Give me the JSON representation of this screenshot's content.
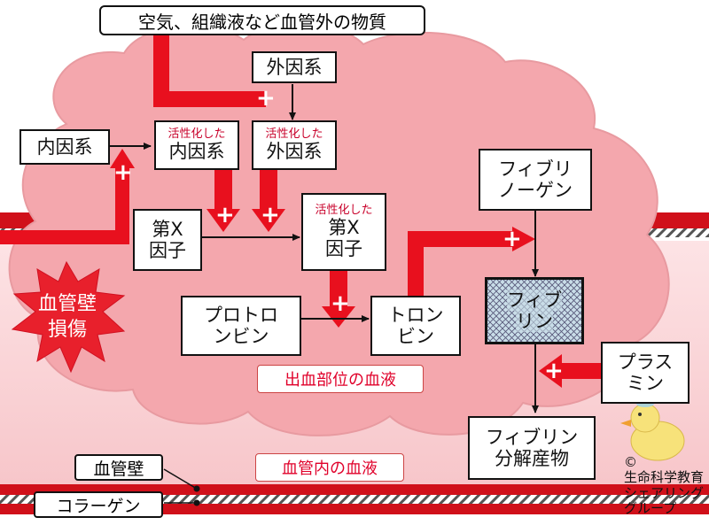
{
  "top_label": "空気、組織液など血管外の物質",
  "boxes": {
    "external": "外因系",
    "internal": "内因系",
    "activated_small": "活性化した",
    "activated_internal": "内因系",
    "activated_external": "外因系",
    "factor_x_line1": "第X",
    "factor_x_line2": "因子",
    "act_factor_x_line1": "第X",
    "act_factor_x_line2": "因子",
    "prothrombin_line1": "プロトロ",
    "prothrombin_line2": "ンビン",
    "thrombin_line1": "トロン",
    "thrombin_line2": "ビン",
    "fibrinogen_line1": "フィブリ",
    "fibrinogen_line2": "ノーゲン",
    "fibrin_line1": "フィブ",
    "fibrin_line2": "リン",
    "plasmin_line1": "プラス",
    "plasmin_line2": "ミン",
    "fdp_line1": "フィブリン",
    "fdp_line2": "分解産物"
  },
  "labels": {
    "bleeding_site": "出血部位の血液",
    "vessel_blood": "血管内の血液",
    "vessel_wall": "血管壁",
    "collagen": "コラーゲン",
    "injury_line1": "血管壁",
    "injury_line2": "損傷"
  },
  "plus_sign": "+",
  "copyright": {
    "symbol": "©",
    "line1": "生命科学教育",
    "line2": "シェアリング",
    "line3": "グループ"
  },
  "colors": {
    "cloud": "#f4a7ad",
    "vessel_red": "#d0101a",
    "arrow_red": "#e8101e",
    "injury": "#e8202c",
    "fibrin_fill": "#c9dde8"
  }
}
